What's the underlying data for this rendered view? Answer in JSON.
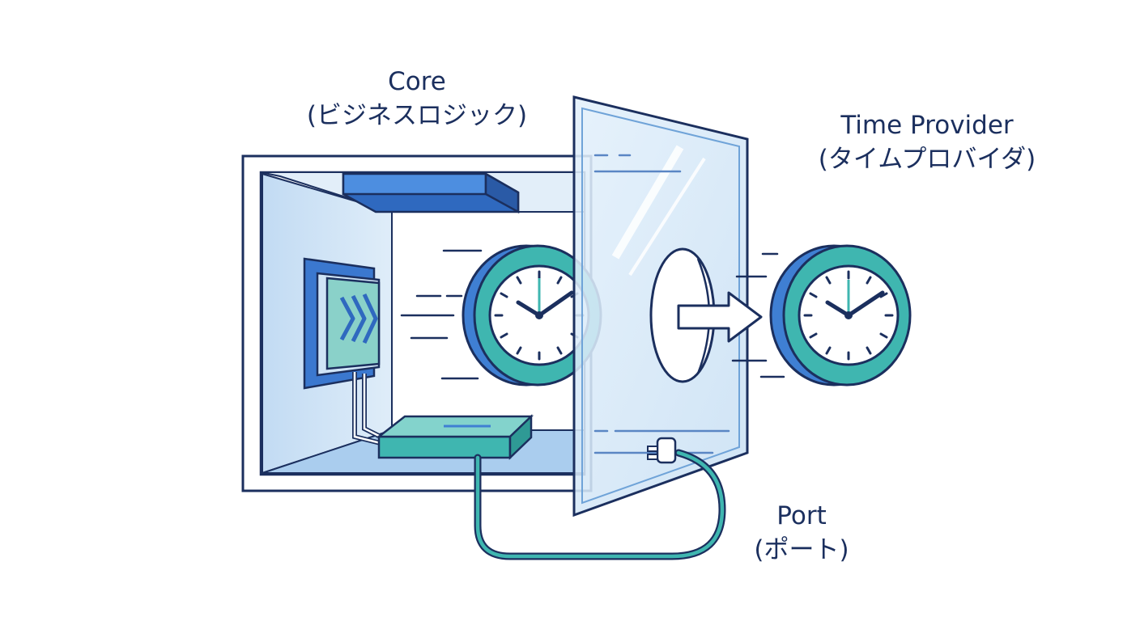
{
  "labels": {
    "core": {
      "title": "Core",
      "subtitle": "(ビジネスロジック)"
    },
    "provider": {
      "title": "Time Provider",
      "subtitle": "(タイムプロバイダ)"
    },
    "port": {
      "title": "Port",
      "subtitle": "(ポート)"
    }
  },
  "colors": {
    "outline": "#1b2f5e",
    "blue": "#3f7fd3",
    "light_blue": "#cfe3f7",
    "teal": "#3fb6b0",
    "glass": "#dcecf8",
    "background": "#ffffff"
  },
  "icons": [
    "clock-icon",
    "chevron-arrows-icon",
    "arrow-right-icon",
    "cable-icon",
    "plug-icon"
  ]
}
